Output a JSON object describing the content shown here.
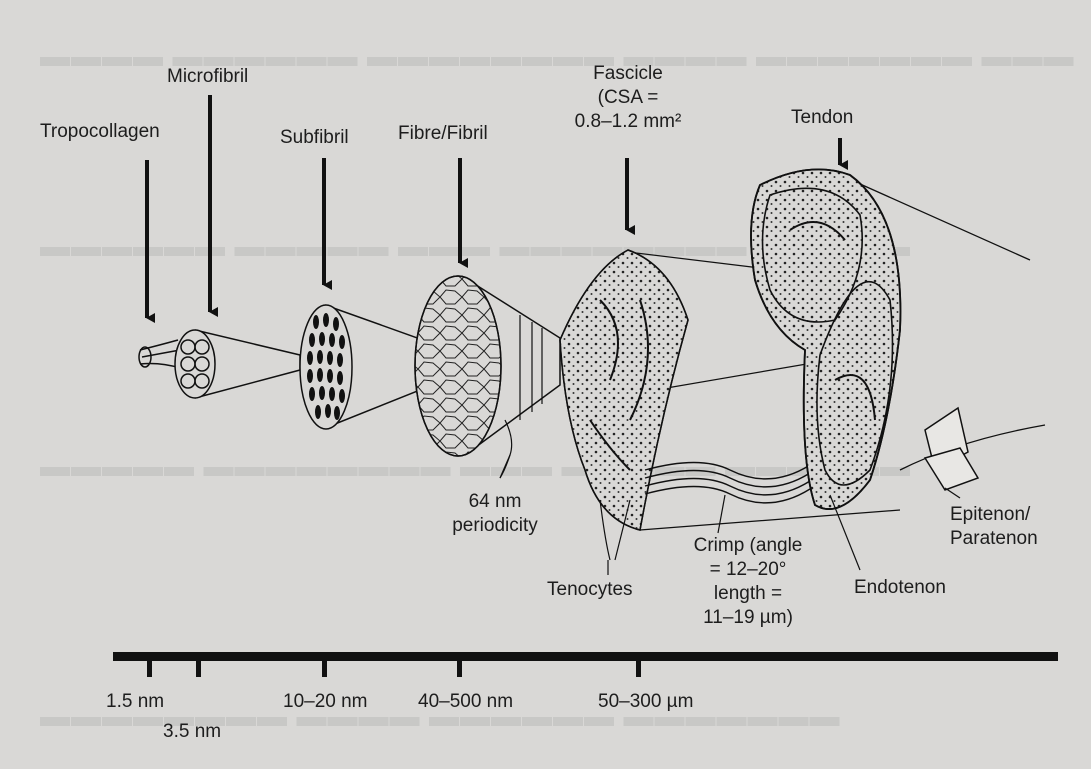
{
  "labels": {
    "tropocollagen": "Tropocollagen",
    "microfibril": "Microfibril",
    "subfibril": "Subfibril",
    "fibre_fibril": "Fibre/Fibril",
    "fascicle": [
      "Fascicle",
      "(CSA =",
      "0.8–1.2 mm²"
    ],
    "tendon": "Tendon",
    "periodicity": [
      "64 nm",
      "periodicity"
    ],
    "tenocytes": "Tenocytes",
    "crimp": [
      "Crimp (angle",
      "= 12–20°",
      "length =",
      "11–19 µm)"
    ],
    "endotenon": "Endotenon",
    "epitenon": [
      "Epitenon/",
      "Paratenon"
    ]
  },
  "scale": {
    "ticks": [
      "1.5 nm",
      "3.5 nm",
      "10–20 nm",
      "40–500 nm",
      "50–300 µm"
    ]
  },
  "colors": {
    "paper": "#d9d8d6",
    "ink": "#1a1a1a"
  }
}
